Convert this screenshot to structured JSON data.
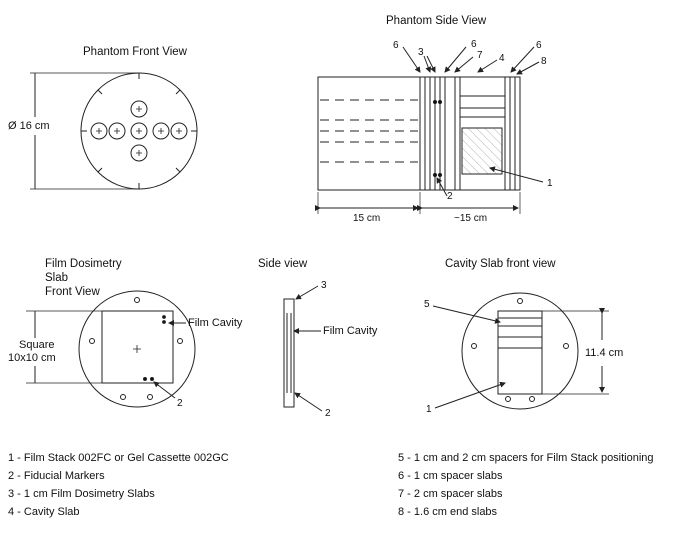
{
  "titles": {
    "front": "Phantom Front View",
    "side": "Phantom Side View",
    "film_slab": [
      "Film Dosimetry",
      "Slab",
      "Front View"
    ],
    "side_view": "Side view",
    "cavity": "Cavity Slab front view"
  },
  "labels": {
    "diameter": "Ø 16 cm",
    "dim_15": "15 cm",
    "dim_approx15": "~15 cm",
    "square": [
      "Square",
      "10x10 cm"
    ],
    "film_cavity": "Film Cavity",
    "film_cavity_side": "Film Cavity",
    "dim_11_4": "11.4 cm"
  },
  "callouts": {
    "c6a": "6",
    "c3a": "3",
    "c6b": "6",
    "c7": "7",
    "c4": "4",
    "c6c": "6",
    "c8": "8",
    "c1_side": "1",
    "c2_side": "2",
    "c2_film": "2",
    "c3_sideview": "3",
    "c2_sideview": "2",
    "c5": "5",
    "c1_cavity": "1"
  },
  "legend": {
    "left": [
      "1 - Film Stack 002FC or Gel Cassette 002GC",
      "2 - Fiducial Markers",
      "3 - 1 cm Film Dosimetry Slabs",
      "4 - Cavity Slab"
    ],
    "right": [
      "5 - 1 cm and 2 cm spacers for Film Stack positioning",
      "6 - 1 cm spacer slabs",
      "7 - 2 cm spacer slabs",
      "8 - 1.6 cm end slabs"
    ]
  }
}
